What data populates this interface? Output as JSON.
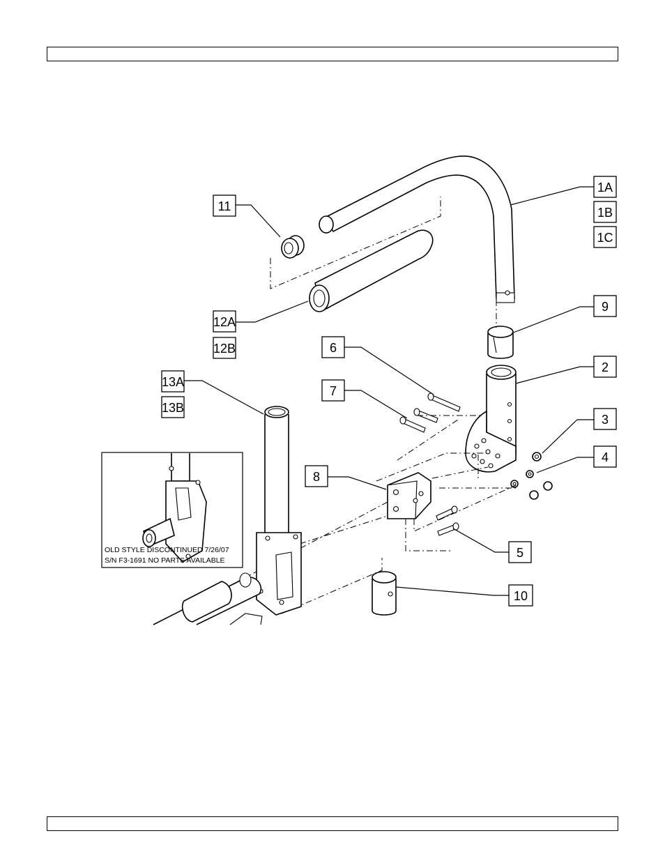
{
  "header": {
    "text": ""
  },
  "footer": {
    "text": ""
  },
  "callouts": {
    "c1A": "1A",
    "c1B": "1B",
    "c1C": "1C",
    "c2": "2",
    "c3": "3",
    "c4": "4",
    "c5": "5",
    "c6": "6",
    "c7": "7",
    "c8": "8",
    "c9": "9",
    "c10": "10",
    "c11": "11",
    "c12A": "12A",
    "c12B": "12B",
    "c13A": "13A",
    "c13B": "13B"
  },
  "inset": {
    "line1": "OLD STYLE DISCONTINUED 7/26/07",
    "line2": "S/N F3-1691 NO PARTS AVAILABLE"
  }
}
